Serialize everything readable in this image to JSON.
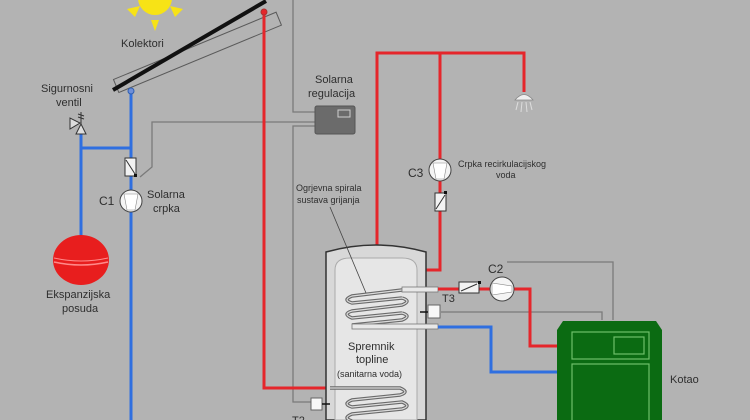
{
  "colors": {
    "background": "#b3b3b3",
    "hot_pipe": "#e5262b",
    "cold_pipe": "#2f6fe0",
    "signal_wire": "#7a7a7a",
    "sun": "#f7e316",
    "expansion_vessel": "#e81e1e",
    "boiler": "#0b6b12",
    "boiler_trim": "#6fbf6a",
    "controller": "#6b6b6b",
    "tank_fill": "#e2e2e2"
  },
  "labels": {
    "collector": "Kolektori",
    "safety_valve_1": "Sigurnosni",
    "safety_valve_2": "ventil",
    "controller_1": "Solarna",
    "controller_2": "regulacija",
    "pump_c1": "C1",
    "solar_pump_1": "Solarna",
    "solar_pump_2": "crpka",
    "expansion_1": "Ekspanzijska",
    "expansion_2": "posuda",
    "pump_c3": "C3",
    "recirc_pump_1": "Crpka recirkulacijskog",
    "recirc_pump_2": "voda",
    "coil_1": "Ogrjevna spirala",
    "coil_2": "sustava grijanja",
    "tank_1": "Spremnik",
    "tank_2": "topline",
    "tank_3": "(sanitarna voda)",
    "pump_c2": "C2",
    "sensor_t3": "T3",
    "sensor_t2": "T2",
    "boiler": "Kotao"
  }
}
